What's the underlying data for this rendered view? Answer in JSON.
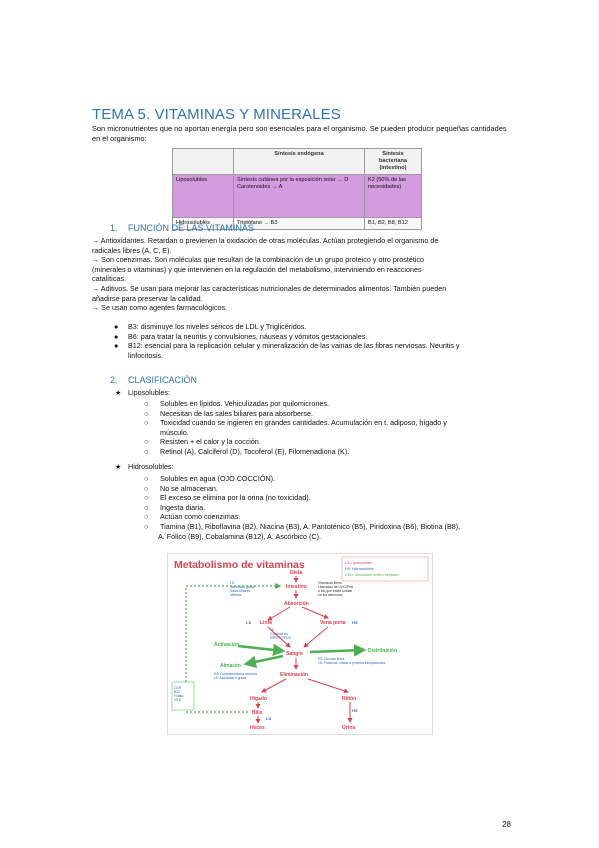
{
  "title": "TEMA 5. VITAMINAS Y MINERALES",
  "intro": "Son micronutrientes que no aportan energía pero son esenciales para el organismo. Se pueden producir pequeñas cantidades en el organismo:",
  "table": {
    "header": [
      "",
      "Síntesis endógena",
      "Síntesis bacteriana (intestino)"
    ],
    "rows": [
      [
        "Liposolubles",
        "Síntesis cutánea por la exposición solar → D\nCarotenoides → A",
        "K2 (50% de las necesidades)"
      ],
      [
        "Hidrosolubles",
        "Triptófano → B3",
        "B1, B2, B8, B12"
      ]
    ]
  },
  "section1": {
    "num": "1.",
    "heading": "FUNCIÓN DE LAS VITAMINAS",
    "lines": [
      "→ Antioxidantes. Retardan o previenen la oxidación de otras moléculas. Actúan protegiendo el organismo de",
      "radicales libres (A, C, E).",
      "→ Son coenzimas. Son moléculas que resultan de la combinación de un grupo proteico y otro prostético",
      "(minerales o vitaminas) y que intervienen en la regulación del metabolismo, interviniendo en reacciones",
      "catalíticas.",
      "→ Aditivos. Se usan para mejorar las características nutricionales de determinados alimentos. También pueden",
      "añadirse para preservar la calidad.",
      "→ Se usan como agentes farmacológicos."
    ],
    "bullets": [
      "B3: disminuye los niveles séricos de LDL y Triglicéridos.",
      "B6: para tratar la neuritis y convulsiones, náuseas y vómitos gestacionales.",
      "B12: esencial para la replicación celular y mineralización de las vainas de las fibras nerviosas. Neuritis y",
      "linfocitosis."
    ]
  },
  "section2": {
    "num": "2.",
    "heading": "CLASIFICACIÓN",
    "lipo_label": "Liposolubles:",
    "lipo_items": [
      "Solubles en lípidos. Vehiculizadas por quilomicrones.",
      "Necesitan de las sales biliares para absorberse.",
      "Toxicidad cuando se ingieren en grandes cantidades. Acumulación en t. adiposo, hígado y",
      "músculo.",
      "Resisten + el calor y la cocción.",
      "Retinol (A), Calciferol (D), Tocoferol (E), Filomenadiona (K)."
    ],
    "hidro_label": "Hidrosolubles:",
    "hidro_items": [
      "Solubles en agua (OJO COCCIÓN).",
      "No se almacenan.",
      "El exceso se elimina por la orina (no toxicidad).",
      "Ingesta diaria.",
      "Actúan como coenzimas.",
      "Tiamina (B1), Riboflavina (B2), Niacina (B3), A. Pantoténico (B5), Piridoxina (B6), Biotina (B8),",
      "A. Fólico (B9), Cobalamina (B12), A. Ascórbico (C)."
    ]
  },
  "figure": {
    "title": "Metabolismo de vitaminas",
    "legend": [
      "LS: Liposolubles",
      "HS: Hidrosolubles",
      "CEH: Circulación entero-hepática"
    ],
    "nodes": {
      "dieta": "Dieta",
      "intestino": "Intestino",
      "absorcion": "Absorción",
      "linfa": "Linfa",
      "vena_porta": "Vena porta",
      "sangre": "Sangre",
      "activacion": "Activación",
      "almacen": "Almacén",
      "distribucion": "Distribución",
      "eliminacion": "Eliminación",
      "higado": "Hígado",
      "bilis": "Bilis",
      "heces": "Heces",
      "rinon": "Riñón",
      "orina": "Orina"
    },
    "notes": {
      "ls_left": "LS\nNecesitan grasa\nSales biliares\nMicelas",
      "ls_linfa": "LS\n(Vitamina en\nquilomicrones)",
      "vit_libres": "Vitaminas libres\nLiberadas de UHC/Prot\no bio que están unidas\nen los alimentos",
      "hs_dist": "HS: Circulan libres\nLS: Proteínas, unidas a proteína transportadora",
      "almacen_note": "HS: Compartimientos acuosos\nLS: Asociadas a grasa",
      "ceh_box": "CEH\nB12\nFolato\nVit D"
    },
    "tags": {
      "ls": "LS",
      "hs": "HS"
    }
  },
  "page_number": "28",
  "colors": {
    "heading": "#2e74b5",
    "lipo_cell": "#d59be0",
    "fig_red": "#d9434f",
    "fig_green": "#4caf50",
    "fig_blue": "#2f66b8"
  }
}
